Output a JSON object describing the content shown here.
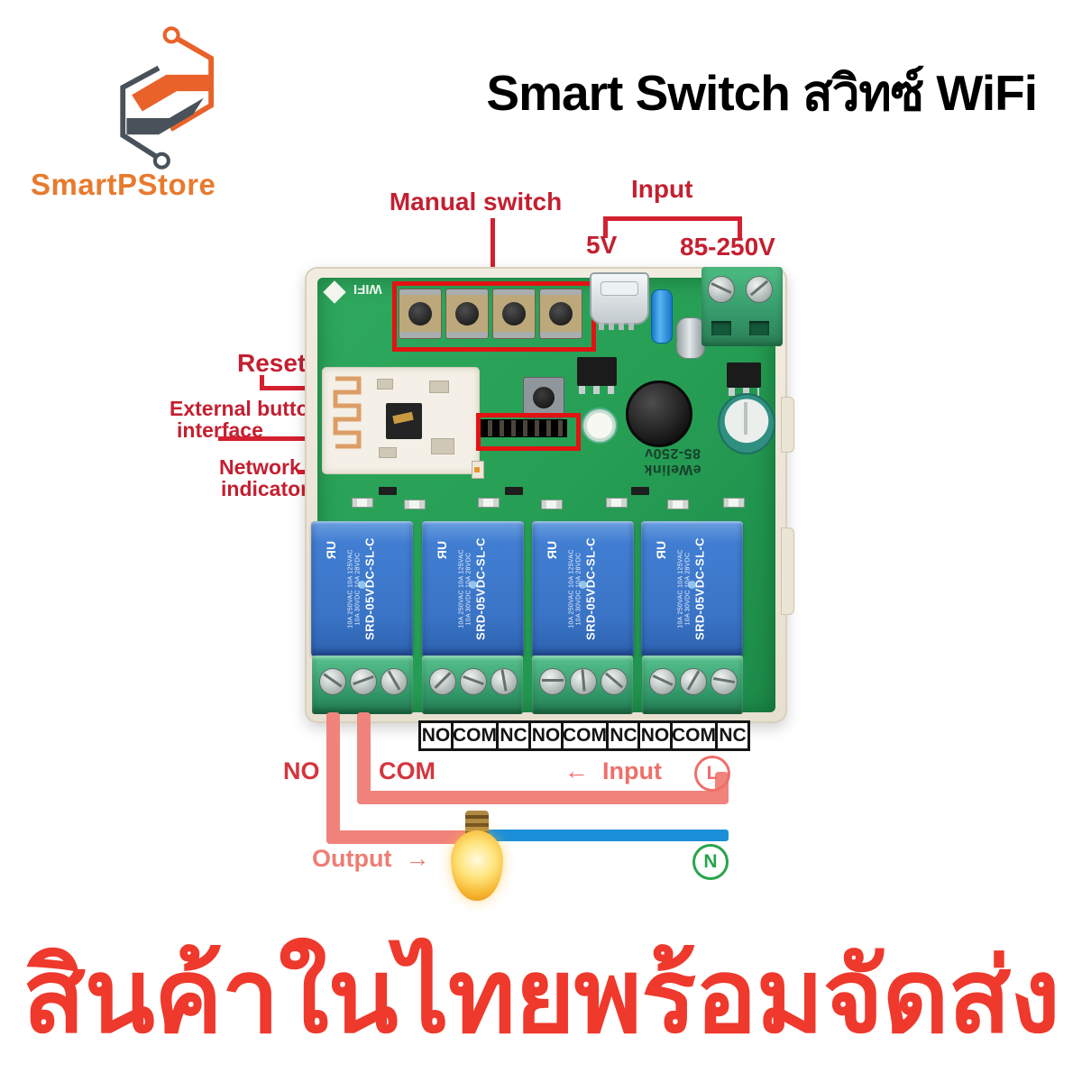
{
  "header": {
    "brand": "SmartPStore",
    "title": "Smart Switch สวิทซ์ WiFi"
  },
  "annotations": {
    "manual_switch": "Manual switch",
    "input": "Input",
    "v5": "5V",
    "v85": "85-250V",
    "reset": "Reset",
    "ext1": "External button",
    "ext2": "interface",
    "net1": "Network",
    "net2": "indicator"
  },
  "board": {
    "wifi_silkscreen": "WIFI",
    "ewelink1": "eWelink",
    "ewelink2": "85-250v",
    "relay": {
      "model": "SRD-05VDC-SL-C",
      "rating1": "10A 250VAC  10A 125VAC",
      "rating2": "10A 30VDC  10A 28VDC",
      "ul": "ЯU"
    },
    "terminal_labels": [
      "NO",
      "COM",
      "NC"
    ]
  },
  "wiring": {
    "no": "NO",
    "com": "COM",
    "input": "←  Input",
    "l": "L",
    "n": "N",
    "output": "Output  →"
  },
  "footer": {
    "headline": "สินค้าในไทยพร้อมจัดส่ง"
  },
  "colors": {
    "annotation_red": "#c41f30",
    "outline_red": "#e21313",
    "wire_red": "#f0837c",
    "wire_blue": "#1b8fd9",
    "pcb_green": "#27a055",
    "relay_blue": "#3a74c6",
    "terminal_green": "#35996a",
    "neutral_green": "#28a44c",
    "brand_orange": "#e87a2e",
    "headline_red": "#ee392c"
  }
}
